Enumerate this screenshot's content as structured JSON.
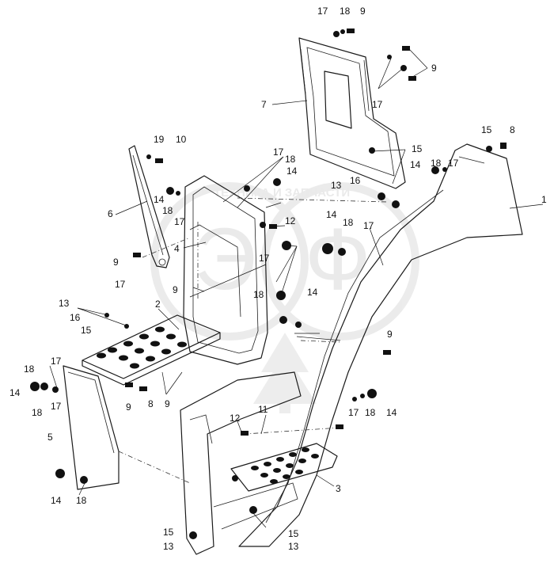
{
  "watermark": {
    "text": "ТЕХНИКА И ЗАПЧАСТИ",
    "letters": [
      "Э",
      "Ф"
    ]
  },
  "callouts": [
    {
      "id": "c1",
      "text": "17"
    },
    {
      "id": "c2",
      "text": "18"
    },
    {
      "id": "c3",
      "text": "9"
    },
    {
      "id": "c4",
      "text": "9"
    },
    {
      "id": "c5",
      "text": "7"
    },
    {
      "id": "c6",
      "text": "17"
    },
    {
      "id": "c7",
      "text": "15"
    },
    {
      "id": "c8",
      "text": "8"
    },
    {
      "id": "c9",
      "text": "19"
    },
    {
      "id": "c10",
      "text": "10"
    },
    {
      "id": "c11",
      "text": "17"
    },
    {
      "id": "c12",
      "text": "18"
    },
    {
      "id": "c13",
      "text": "14"
    },
    {
      "id": "c14",
      "text": "15"
    },
    {
      "id": "c15",
      "text": "14"
    },
    {
      "id": "c16",
      "text": "18"
    },
    {
      "id": "c17",
      "text": "17"
    },
    {
      "id": "c18",
      "text": "13"
    },
    {
      "id": "c19",
      "text": "16"
    },
    {
      "id": "c20",
      "text": "14"
    },
    {
      "id": "c21",
      "text": "18"
    },
    {
      "id": "c22",
      "text": "17"
    },
    {
      "id": "c23",
      "text": "1"
    },
    {
      "id": "c24",
      "text": "6"
    },
    {
      "id": "c25",
      "text": "12"
    },
    {
      "id": "c26",
      "text": "14"
    },
    {
      "id": "c27",
      "text": "18"
    },
    {
      "id": "c28",
      "text": "17"
    },
    {
      "id": "c29",
      "text": "4"
    },
    {
      "id": "c30",
      "text": "9"
    },
    {
      "id": "c31",
      "text": "17"
    },
    {
      "id": "c32",
      "text": "17"
    },
    {
      "id": "c33",
      "text": "9"
    },
    {
      "id": "c34",
      "text": "18"
    },
    {
      "id": "c35",
      "text": "14"
    },
    {
      "id": "c36",
      "text": "13"
    },
    {
      "id": "c37",
      "text": "2"
    },
    {
      "id": "c38",
      "text": "16"
    },
    {
      "id": "c39",
      "text": "15"
    },
    {
      "id": "c40",
      "text": "9"
    },
    {
      "id": "c41",
      "text": "18"
    },
    {
      "id": "c42",
      "text": "17"
    },
    {
      "id": "c43",
      "text": "14"
    },
    {
      "id": "c44",
      "text": "18"
    },
    {
      "id": "c45",
      "text": "17"
    },
    {
      "id": "c46",
      "text": "9"
    },
    {
      "id": "c47",
      "text": "8"
    },
    {
      "id": "c48",
      "text": "9"
    },
    {
      "id": "c49",
      "text": "17"
    },
    {
      "id": "c50",
      "text": "18"
    },
    {
      "id": "c51",
      "text": "14"
    },
    {
      "id": "c52",
      "text": "11"
    },
    {
      "id": "c53",
      "text": "5"
    },
    {
      "id": "c54",
      "text": "12"
    },
    {
      "id": "c55",
      "text": "3"
    },
    {
      "id": "c56",
      "text": "14"
    },
    {
      "id": "c57",
      "text": "18"
    },
    {
      "id": "c58",
      "text": "15"
    },
    {
      "id": "c59",
      "text": "13"
    },
    {
      "id": "c60",
      "text": "15"
    },
    {
      "id": "c61",
      "text": "13"
    }
  ]
}
